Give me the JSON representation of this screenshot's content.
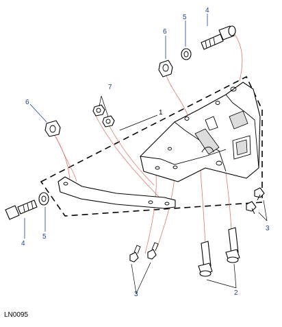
{
  "diagram": {
    "drawing_code": "LN0095",
    "assembly_label": "1",
    "callouts": {
      "bolt_top": "4",
      "washer_top": "5",
      "nut_top": "6",
      "nut_left": "6",
      "nut_pair": "7",
      "bolt_left": "4",
      "washer_left": "5",
      "screws_bottom": "3",
      "screws_right": "3",
      "bolts_bottom": "2"
    },
    "colors": {
      "callout_text": "#1a3f9e",
      "assembly_lines": "#e0786a",
      "outline": "#000000"
    }
  }
}
